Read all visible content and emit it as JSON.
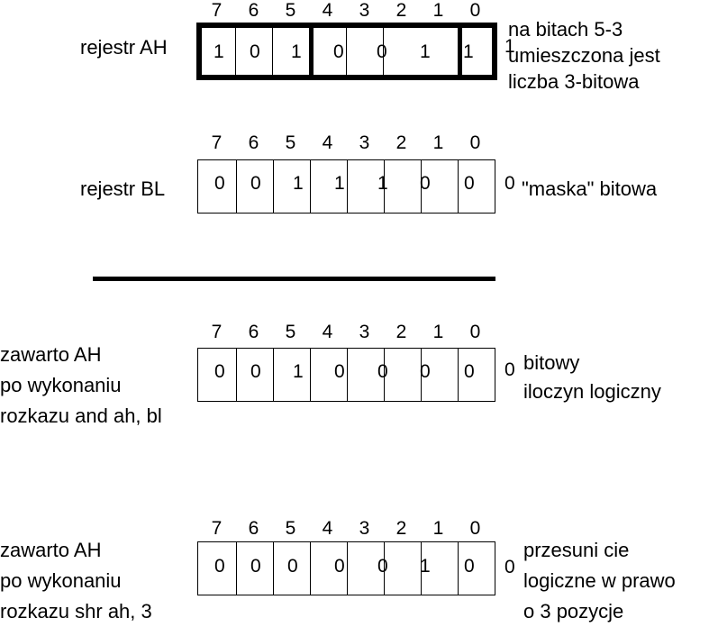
{
  "indices": [
    "7",
    "6",
    "5",
    "4",
    "3",
    "2",
    "1",
    "0"
  ],
  "diagram1": {
    "label": "rejestr AH",
    "bits": [
      "1",
      "0",
      "1",
      "0",
      "0",
      "1",
      "1"
    ],
    "trailing": "1",
    "note": [
      "na bitach 5-3",
      "umieszczona jest",
      "liczba 3-bitowa"
    ]
  },
  "diagram2": {
    "label": "rejestr BL",
    "bits": [
      "0",
      "0",
      "1",
      "1",
      "1",
      "0",
      "0"
    ],
    "trailing": "0",
    "note": [
      "\"maska\" bitowa"
    ]
  },
  "diagram3": {
    "label": [
      "zawarto   AH",
      "po wykonaniu",
      "rozkazu  and  ah, bl"
    ],
    "bits": [
      "0",
      "0",
      "1",
      "0",
      "0",
      "0",
      "0"
    ],
    "trailing": "0",
    "note": [
      "bitowy",
      "iloczyn logiczny"
    ]
  },
  "diagram4": {
    "label": [
      "zawarto   AH",
      "po wykonaniu",
      "rozkazu  shr  ah, 3"
    ],
    "bits": [
      "0",
      "0",
      "0",
      "0",
      "0",
      "1",
      "0"
    ],
    "trailing": "0",
    "note": [
      "przesuni cie",
      "logiczne w prawo",
      "o 3 pozycje"
    ]
  }
}
